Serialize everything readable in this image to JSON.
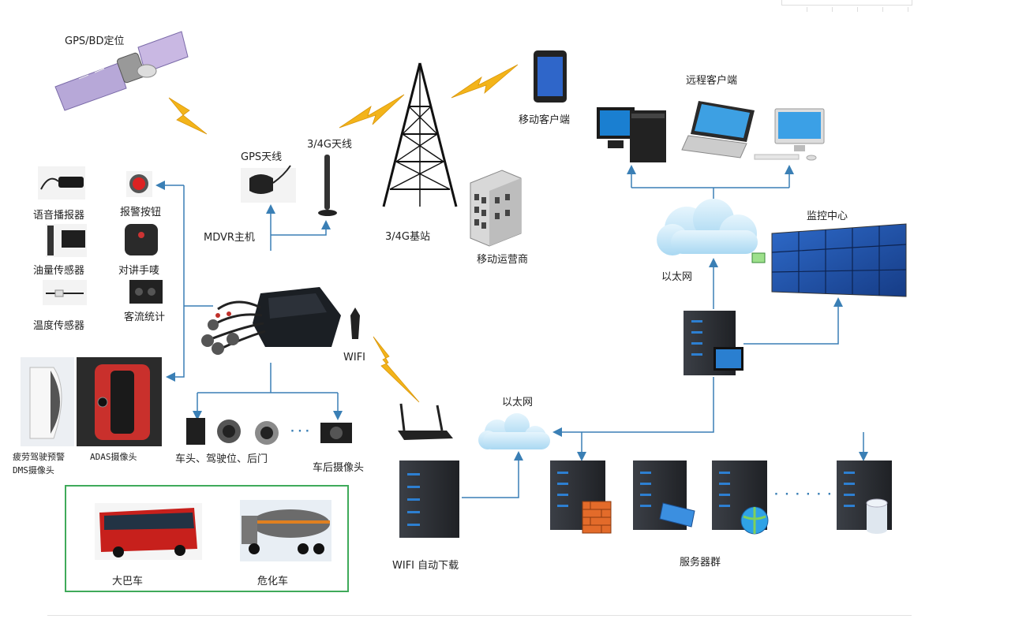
{
  "labels": {
    "gps_bd": "GPS/BD定位",
    "gps_antenna": "GPS天线",
    "antenna_34g": "3/4G天线",
    "base_station": "3/4G基站",
    "mobile_client": "移动客户端",
    "remote_client": "远程客户端",
    "operator": "移动运营商",
    "monitor_center": "监控中心",
    "ethernet_top": "以太网",
    "ethernet_bottom": "以太网",
    "mdvr": "MDVR主机",
    "wifi": "WIFI",
    "wifi_download": "WIFI 自动下载",
    "server_cluster": "服务器群",
    "voice": "语音播报器",
    "alarm_button": "报警按钮",
    "fuel_sensor": "油量传感器",
    "intercom": "对讲手唛",
    "temp_sensor": "温度传感器",
    "passenger": "客流统计",
    "dms_line1": "疲劳驾驶预警",
    "dms_line2": "DMS摄像头",
    "adas": "ADAS摄像头",
    "cameras": "车头、驾驶位、后门",
    "rear_camera": "车后摄像头",
    "bus": "大巴车",
    "tanker": "危化车",
    "dots": "· · ·",
    "server_dots": "· · · · · ·"
  },
  "colors": {
    "connector": "#3a7fb5",
    "lightning": "#f3b41a",
    "vehicle_border": "#3faa5a",
    "cloud": "#bfe3f7",
    "server": "#2e3137"
  }
}
